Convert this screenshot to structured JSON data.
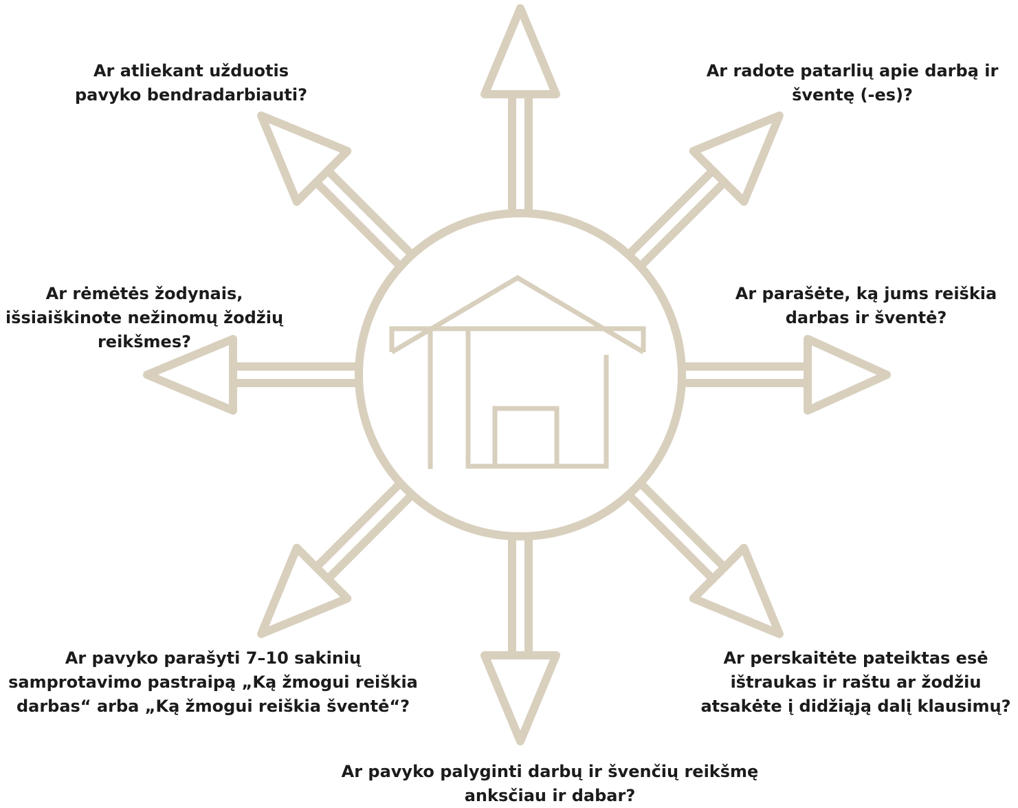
{
  "colors": {
    "shape": "#d8cfbd",
    "text": "#1b1b1b",
    "background": "#ffffff"
  },
  "center": {
    "icon": "house-icon"
  },
  "questions": {
    "top_left": {
      "line1": "Ar atliekant užduotis",
      "line2": "pavyko bendradarbiauti?"
    },
    "top_right": {
      "line1": "Ar radote patarlių apie darbą ir",
      "line2": "šventę (-es)?"
    },
    "left": {
      "line1": "Ar rėmėtės žodynais,",
      "line2": "išsiaiškinote nežinomų žodžių",
      "line3": "reikšmes?"
    },
    "right": {
      "line1": "Ar parašėte, ką jums reiškia",
      "line2": "darbas ir šventė?"
    },
    "bottom_left": {
      "line1": "Ar pavyko parašyti 7–10 sakinių",
      "line2": "samprotavimo pastraipą „Ką žmogui reiškia",
      "line3": "darbas“ arba „Ką žmogui reiškia šventė“?"
    },
    "bottom_right": {
      "line1": "Ar perskaitėte pateiktas esė",
      "line2": "ištraukas ir raštu ar žodžiu",
      "line3": "atsakėte į didžiąją dalį klausimų?"
    },
    "bottom": {
      "line1": "Ar pavyko palyginti darbų ir švenčių reikšmę",
      "line2": "anksčiau ir dabar?"
    }
  }
}
